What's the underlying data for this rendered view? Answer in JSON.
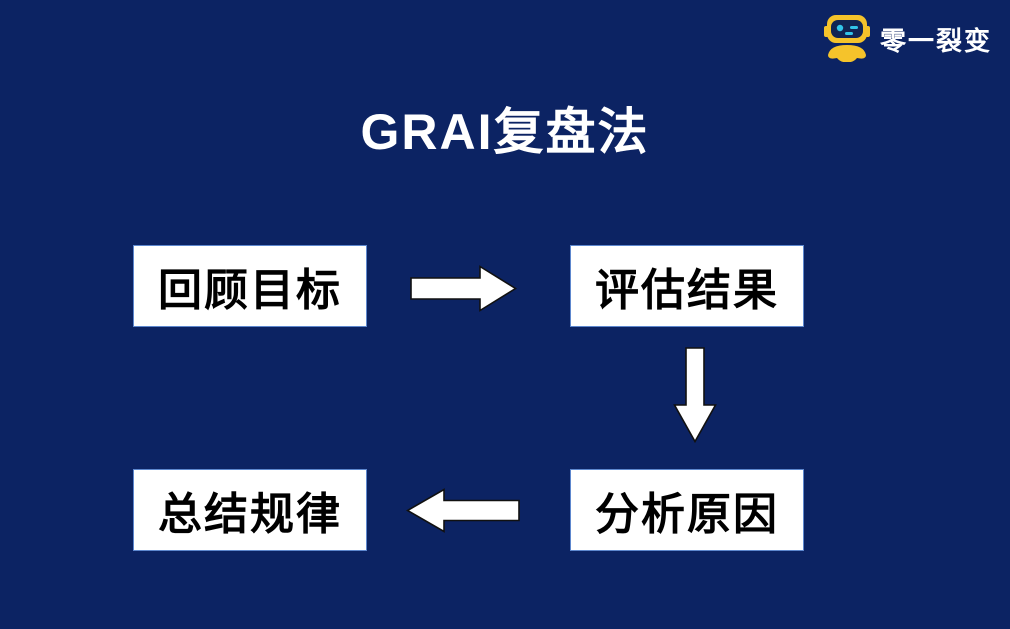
{
  "logo": {
    "brand_name": "零一裂变",
    "icon": "robot-icon"
  },
  "title": "GRAI复盘法",
  "flow": {
    "boxes": [
      {
        "label": "回顾目标"
      },
      {
        "label": "评估结果"
      },
      {
        "label": "分析原因"
      },
      {
        "label": "总结规律"
      }
    ],
    "arrows": [
      {
        "name": "right-arrow-icon",
        "direction": "right",
        "from": "回顾目标",
        "to": "评估结果"
      },
      {
        "name": "down-arrow-icon",
        "direction": "down",
        "from": "评估结果",
        "to": "分析原因"
      },
      {
        "name": "left-arrow-icon",
        "direction": "left",
        "from": "分析原因",
        "to": "总结规律"
      }
    ]
  },
  "colors": {
    "background": "#0C2363",
    "box_fill": "#FFFFFF",
    "box_border": "#5D87CE",
    "box_text": "#000000",
    "title_text": "#FFFFFF",
    "arrow_fill": "#FFFFFF",
    "arrow_outline": "#111111",
    "logo_yellow": "#F5C32B",
    "logo_cyan": "#32C5E9",
    "logo_face": "#112553",
    "logo_text": "#FFFFFF"
  }
}
